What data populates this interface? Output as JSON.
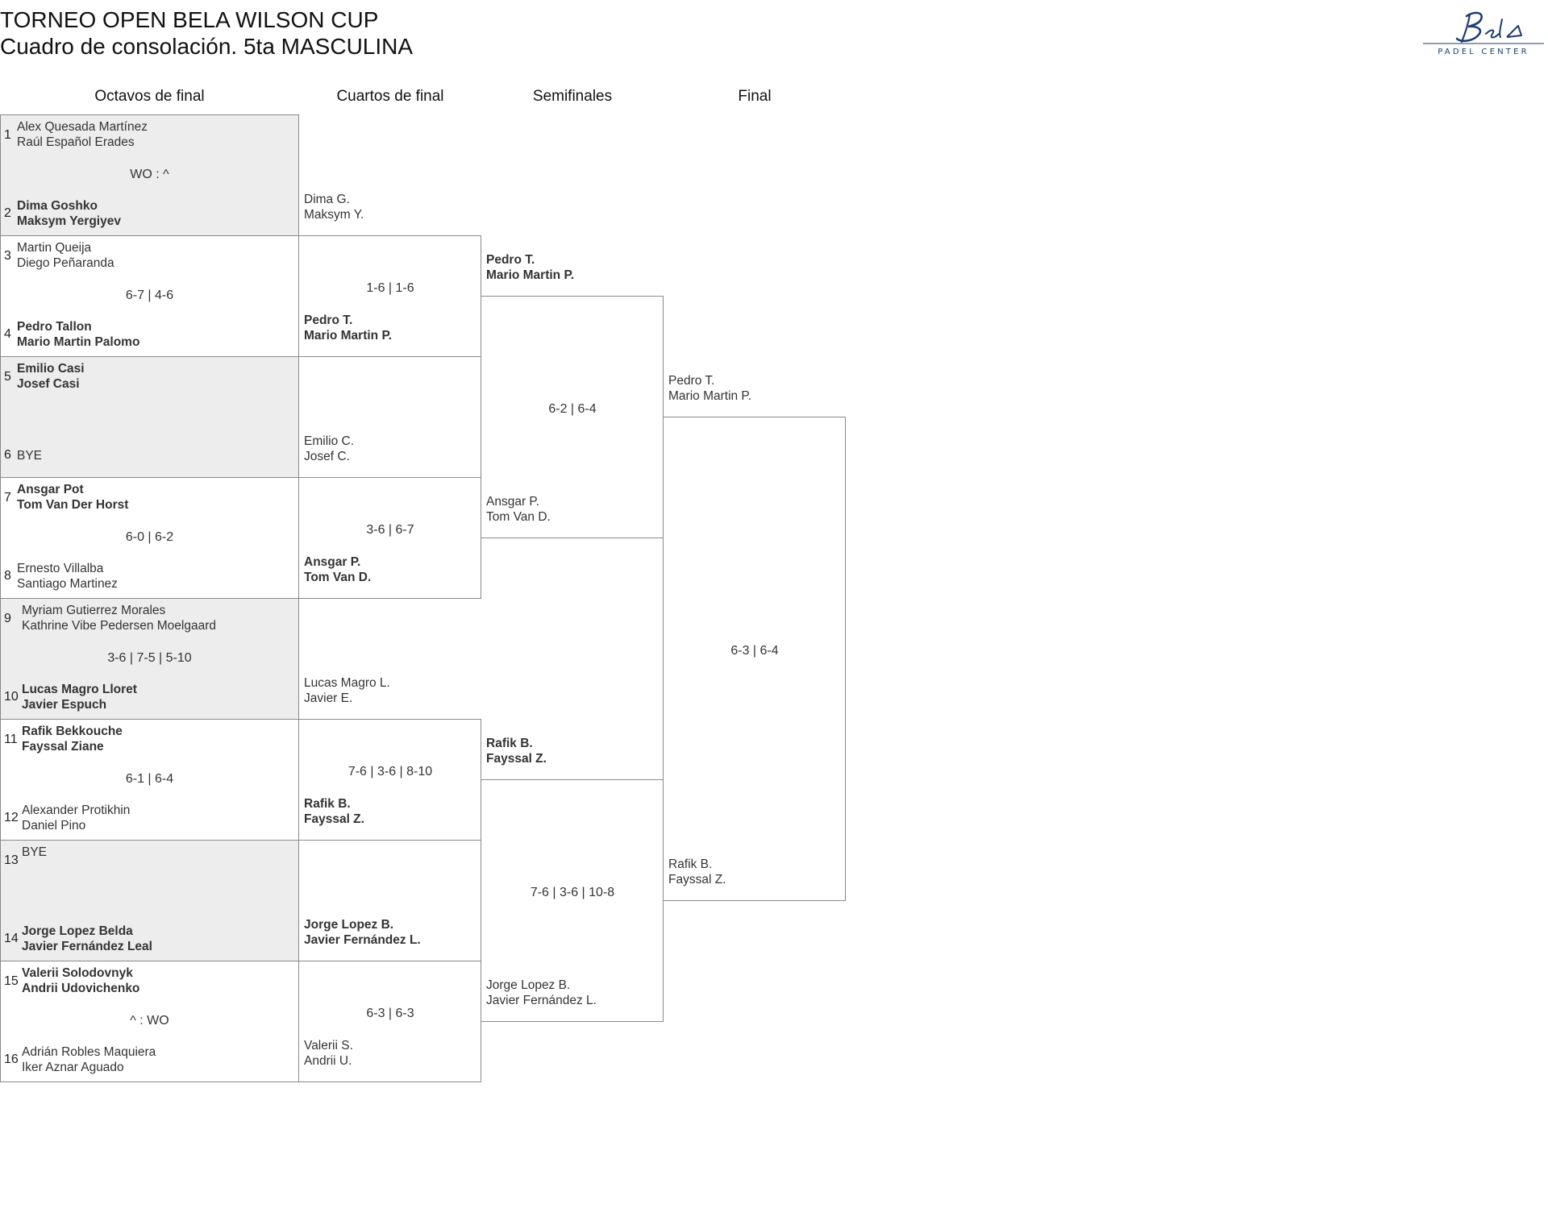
{
  "header": {
    "title": "TORNEO OPEN BELA WILSON CUP",
    "subtitle": "Cuadro de consolación. 5ta MASCULINA"
  },
  "logo": {
    "text": "PADEL CENTER",
    "color": "#1f3c6e"
  },
  "rounds": {
    "r16": "Octavos de final",
    "qf": "Cuartos de final",
    "sf": "Semifinales",
    "final": "Final"
  },
  "r16": [
    {
      "a": {
        "seed": "1",
        "p1": "Alex Quesada Martínez",
        "p2": "Raúl Español Erades",
        "winner": false
      },
      "b": {
        "seed": "2",
        "p1": "Dima Goshko",
        "p2": "Maksym Yergiyev",
        "winner": true
      },
      "score": "WO : ^"
    },
    {
      "a": {
        "seed": "3",
        "p1": "Martin Queija",
        "p2": "Diego Peñaranda",
        "winner": false
      },
      "b": {
        "seed": "4",
        "p1": "Pedro Tallon",
        "p2": "Mario Martin Palomo",
        "winner": true
      },
      "score": "6-7 | 4-6"
    },
    {
      "a": {
        "seed": "5",
        "p1": "Emilio Casi",
        "p2": "Josef Casi",
        "winner": true
      },
      "b": {
        "seed": "6",
        "p1": "BYE",
        "p2": "",
        "winner": false
      },
      "score": ""
    },
    {
      "a": {
        "seed": "7",
        "p1": "Ansgar Pot",
        "p2": "Tom Van Der Horst",
        "winner": true
      },
      "b": {
        "seed": "8",
        "p1": "Ernesto Villalba",
        "p2": "Santiago Martinez",
        "winner": false
      },
      "score": "6-0 | 6-2"
    },
    {
      "a": {
        "seed": "9",
        "p1": "Myriam Gutierrez Morales",
        "p2": "Kathrine Vibe Pedersen Moelgaard",
        "winner": false
      },
      "b": {
        "seed": "10",
        "p1": "Lucas Magro Lloret",
        "p2": "Javier Espuch",
        "winner": true
      },
      "score": "3-6 | 7-5 | 5-10"
    },
    {
      "a": {
        "seed": "11",
        "p1": "Rafik Bekkouche",
        "p2": "Fayssal Ziane",
        "winner": true
      },
      "b": {
        "seed": "12",
        "p1": "Alexander Protikhin",
        "p2": "Daniel Pino",
        "winner": false
      },
      "score": "6-1 | 6-4"
    },
    {
      "a": {
        "seed": "13",
        "p1": "BYE",
        "p2": "",
        "winner": false
      },
      "b": {
        "seed": "14",
        "p1": "Jorge Lopez Belda",
        "p2": "Javier Fernández Leal",
        "winner": true
      },
      "score": ""
    },
    {
      "a": {
        "seed": "15",
        "p1": "Valerii Solodovnyk",
        "p2": "Andrii Udovichenko",
        "winner": true
      },
      "b": {
        "seed": "16",
        "p1": "Adrián Robles Maquiera",
        "p2": "Iker Aznar Aguado",
        "winner": false
      },
      "score": "^ : WO"
    }
  ],
  "qf": [
    {
      "a": {
        "p1": "Dima G.",
        "p2": "Maksym Y.",
        "winner": false
      },
      "b": {
        "p1": "Pedro T.",
        "p2": "Mario Martin P.",
        "winner": true
      },
      "score": "1-6 | 1-6"
    },
    {
      "a": {
        "p1": "Emilio C.",
        "p2": "Josef C.",
        "winner": false
      },
      "b": {
        "p1": "Ansgar P.",
        "p2": "Tom Van D.",
        "winner": true
      },
      "score": "3-6 | 6-7"
    },
    {
      "a": {
        "p1": "Lucas Magro L.",
        "p2": "Javier E.",
        "winner": false
      },
      "b": {
        "p1": "Rafik B.",
        "p2": "Fayssal Z.",
        "winner": true
      },
      "score": "7-6 | 3-6 | 8-10"
    },
    {
      "a": {
        "p1": "Jorge Lopez B.",
        "p2": "Javier Fernández L.",
        "winner": true
      },
      "b": {
        "p1": "Valerii S.",
        "p2": "Andrii U.",
        "winner": false
      },
      "score": "6-3 | 6-3"
    }
  ],
  "sf": [
    {
      "a": {
        "p1": "Pedro T.",
        "p2": "Mario Martin P.",
        "winner": true
      },
      "b": {
        "p1": "Ansgar P.",
        "p2": "Tom Van D.",
        "winner": false
      },
      "score": "6-2 | 6-4"
    },
    {
      "a": {
        "p1": "Rafik B.",
        "p2": "Fayssal Z.",
        "winner": true
      },
      "b": {
        "p1": "Jorge Lopez B.",
        "p2": "Javier Fernández L.",
        "winner": false
      },
      "score": "7-6 | 3-6 | 10-8"
    }
  ],
  "final": [
    {
      "a": {
        "p1": "Pedro T.",
        "p2": "Mario Martin P.",
        "winner": false
      },
      "b": {
        "p1": "Rafik B.",
        "p2": "Fayssal Z.",
        "winner": false
      },
      "score": "6-3 | 6-4"
    }
  ]
}
